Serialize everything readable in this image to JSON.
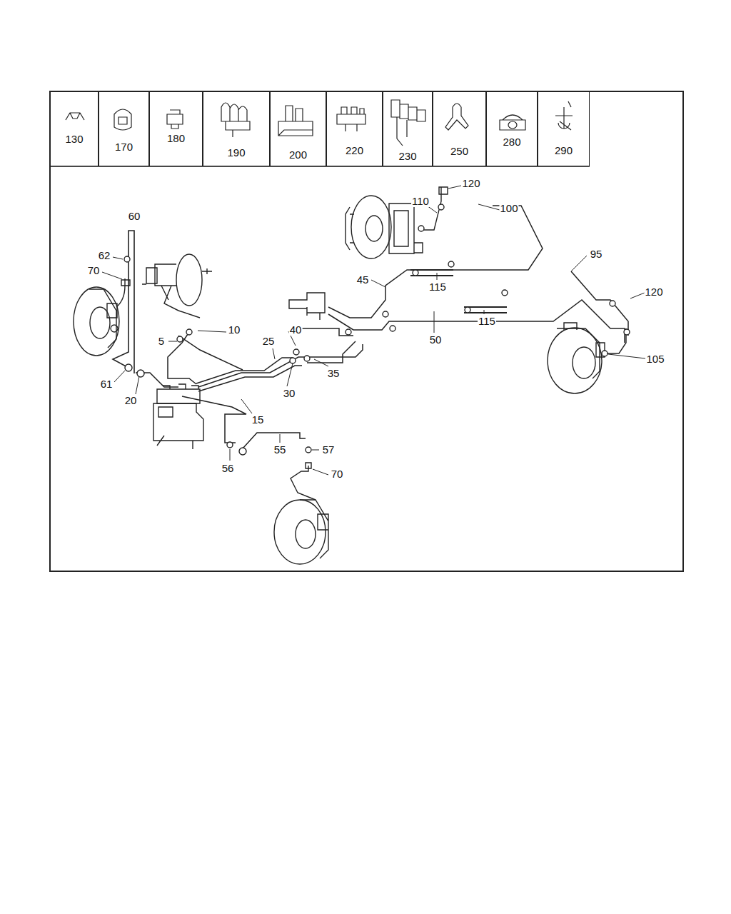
{
  "diagram": {
    "nodes": [
      {
        "text": [
          "130"
        ]
      },
      {
        "text": [
          "170"
        ]
      },
      {
        "text": [
          "180"
        ]
      },
      {
        "text": [
          "190"
        ]
      },
      {
        "text": [
          "200"
        ]
      },
      {
        "text": [
          "220"
        ]
      },
      {
        "text": [
          "230"
        ]
      },
      {
        "text": [
          "250"
        ]
      },
      {
        "text": [
          "280"
        ]
      },
      {
        "text": [
          "290"
        ]
      }
    ],
    "labels": [
      "60",
      "62",
      "70",
      "120",
      "110",
      "100",
      "95",
      "45",
      "115",
      "120",
      "10",
      "5",
      "40",
      "25",
      "115",
      "50",
      "105",
      "61",
      "20",
      "35",
      "30",
      "15",
      "55",
      "57",
      "56",
      "70"
    ]
  }
}
